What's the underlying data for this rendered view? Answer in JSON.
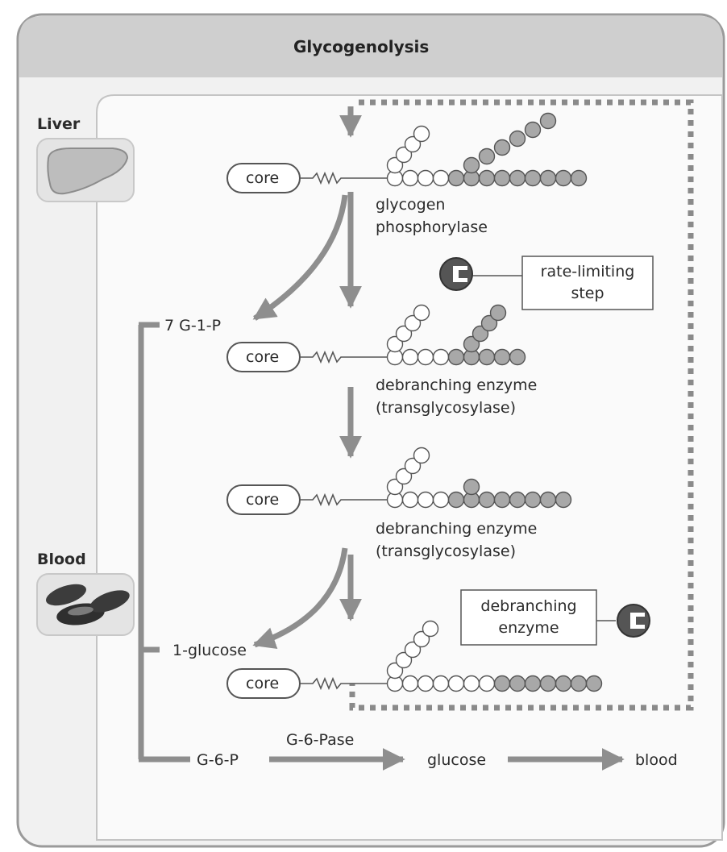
{
  "title": "Glycogenolysis",
  "organs": {
    "liver": "Liver",
    "blood": "Blood"
  },
  "core_label": "core",
  "steps": [
    {
      "enzyme_line1": "glycogen",
      "enzyme_line2": "phosphorylase"
    },
    {
      "enzyme_line1": "debranching enzyme",
      "enzyme_line2": "(transglycosylase)"
    },
    {
      "enzyme_line1": "debranching enzyme",
      "enzyme_line2": "(transglycosylase)"
    }
  ],
  "callouts": {
    "rate_limiting_line1": "rate-limiting",
    "rate_limiting_line2": "step",
    "debranching_line1": "debranching",
    "debranching_line2": "enzyme"
  },
  "products": {
    "g1p": "7 G-1-P",
    "glucose1": "1-glucose",
    "g6p": "G-6-P"
  },
  "bottom_path": {
    "enzyme": "G-6-Pase",
    "glucose": "glucose",
    "destination": "blood"
  },
  "colors": {
    "panel_bg": "#f0f0f0",
    "header_bg": "#cfcfcf",
    "arrow": "#8e8e8e",
    "gray_bead": "#a8a8a8",
    "enzyme_icon": "#555555"
  }
}
